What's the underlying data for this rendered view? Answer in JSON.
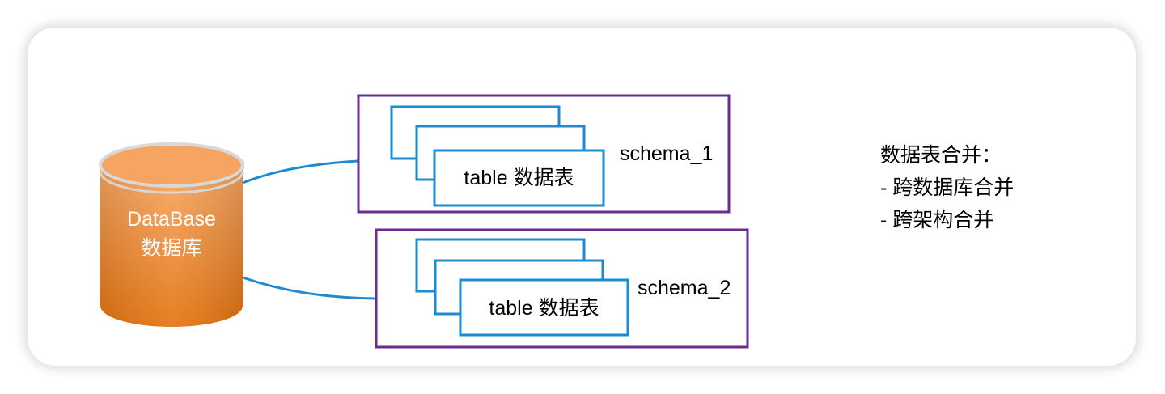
{
  "database": {
    "label_line1": "DataBase",
    "label_line2": "数据库",
    "fill_top": "#f7a05a",
    "fill_bottom": "#e8790f"
  },
  "schemas": [
    {
      "name": "schema_1",
      "table_label": "table 数据表"
    },
    {
      "name": "schema_2",
      "table_label": "table 数据表"
    }
  ],
  "notes": {
    "title": "数据表合并：",
    "items": [
      "- 跨数据库合并",
      "- 跨架构合并"
    ]
  },
  "colors": {
    "schema_border": "#6b2c91",
    "table_border": "#1e8bd0",
    "connector": "#1e8bd0"
  }
}
